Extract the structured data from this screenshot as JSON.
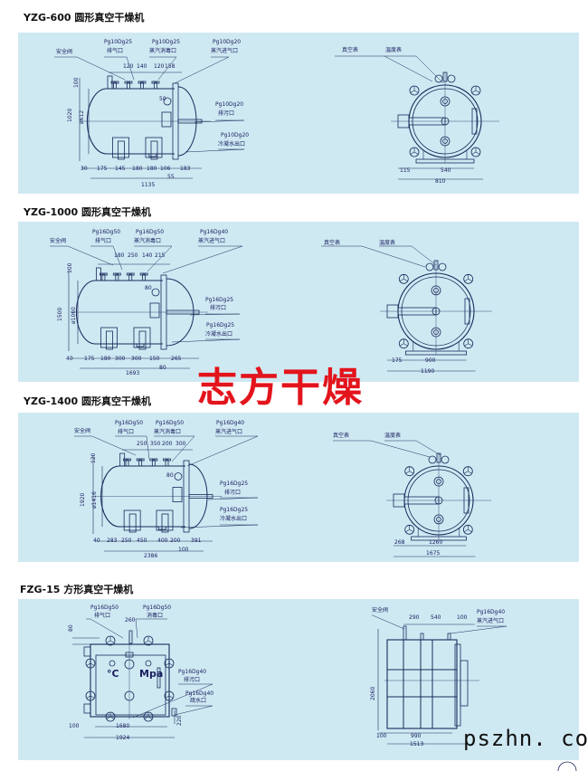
{
  "sections": [
    {
      "title": "YZG-600 圆形真空干燥机",
      "side": {
        "safety_valve": "安全阀",
        "exhaust_spec": "Pg10Dg25",
        "exhaust": "排气口",
        "steam_disinfect_spec": "Pg10Dg25",
        "steam_disinfect": "蒸汽消毒口",
        "steam_inlet_spec": "Pg10Dg20",
        "steam_inlet": "蒸汽进气口",
        "drain_spec": "Pg10Dg20",
        "drain": "排污口",
        "condensate_spec": "Pg10Dg20",
        "condensate": "冷凝水出口",
        "top_dims": [
          "120",
          "140",
          "120",
          "158"
        ],
        "height_top": "100",
        "height_total": "1020",
        "diameter": "ø612",
        "flange": "50",
        "bottom_dims": [
          "30",
          "175",
          "145",
          "180",
          "180",
          "106",
          "183"
        ],
        "small_dim": "55",
        "length_total": "1135"
      },
      "front": {
        "vacuum_gauge": "真空表",
        "thermometer": "温度表",
        "dims": [
          "115",
          "540"
        ],
        "width_total": "810"
      }
    },
    {
      "title": "YZG-1000 圆形真空干燥机",
      "side": {
        "safety_valve": "安全阀",
        "exhaust_spec": "Pg16Dg50",
        "exhaust": "排气口",
        "steam_disinfect_spec": "Pg16Dg50",
        "steam_disinfect": "蒸汽消毒口",
        "steam_inlet_spec": "Pg16Dg40",
        "steam_inlet": "蒸汽进气口",
        "drain_spec": "Pg16Dg25",
        "drain": "排污口",
        "condensate_spec": "Pg16Dg25",
        "condensate": "冷凝水出口",
        "top_dims": [
          "180",
          "250",
          "140",
          "215"
        ],
        "height_top": "100",
        "height_total": "1500",
        "diameter": "ø1060",
        "flange": "80",
        "bottom_dims": [
          "40",
          "175",
          "180",
          "300",
          "300",
          "150",
          "265"
        ],
        "small_dim": "80",
        "length_total": "1693"
      },
      "front": {
        "vacuum_gauge": "真空表",
        "thermometer": "温度表",
        "dims": [
          "175",
          "900"
        ],
        "width_total": "1190"
      }
    },
    {
      "title": "YZG-1400 圆形真空干燥机",
      "side": {
        "safety_valve": "安全阀",
        "exhaust_spec": "Pg16Dg50",
        "exhaust": "排气口",
        "steam_disinfect_spec": "Pg16Dg50",
        "steam_disinfect": "蒸汽消毒口",
        "steam_inlet_spec": "Pg16Dg40",
        "steam_inlet": "蒸汽进气口",
        "drain_spec": "Pg16Dg25",
        "drain": "排污口",
        "condensate_spec": "Pg16Dg25",
        "condensate": "冷凝水出口",
        "top_dims": [
          "250",
          "350",
          "200",
          "300"
        ],
        "height_top": "120",
        "height_total": "1920",
        "diameter": "ø1416",
        "flange": "80",
        "bottom_dims": [
          "40",
          "283",
          "250",
          "450",
          "400",
          "200",
          "391"
        ],
        "small_dim": "100",
        "length_total": "2386"
      },
      "front": {
        "vacuum_gauge": "真空表",
        "thermometer": "温度表",
        "dims": [
          "268",
          "1260"
        ],
        "width_total": "1675"
      }
    },
    {
      "title": "FZG-15 方形真空干燥机",
      "front": {
        "exhaust_spec": "Pg16Dg50",
        "exhaust": "排气口",
        "disinfect_spec": "Pg16Dg50",
        "disinfect": "消毒口",
        "top_dim": "260",
        "height_top": "80",
        "temp_unit": "°C",
        "pressure_unit": "Mpa",
        "drain_spec": "Pg16Dg40",
        "drain": "排污口",
        "trap_spec": "Pg16Dg40",
        "trap": "疏水口",
        "side_dim": "220",
        "bottom_dims": [
          "100",
          "1680"
        ],
        "width_total": "1924"
      },
      "side": {
        "safety_valve": "安全阀",
        "top_dims": [
          "290",
          "540",
          "100"
        ],
        "steam_inlet_spec": "Pg16Dg40",
        "steam_inlet": "蒸汽进气口",
        "height_total": "2060",
        "bottom_dims": [
          "100",
          "990"
        ],
        "length_total": "1513"
      }
    }
  ],
  "watermark": "志方干燥",
  "website": "pszhn. com",
  "colors": {
    "panel": "#cfe9f3",
    "line": "#1a2a5a",
    "watermark": "#e3141c"
  }
}
